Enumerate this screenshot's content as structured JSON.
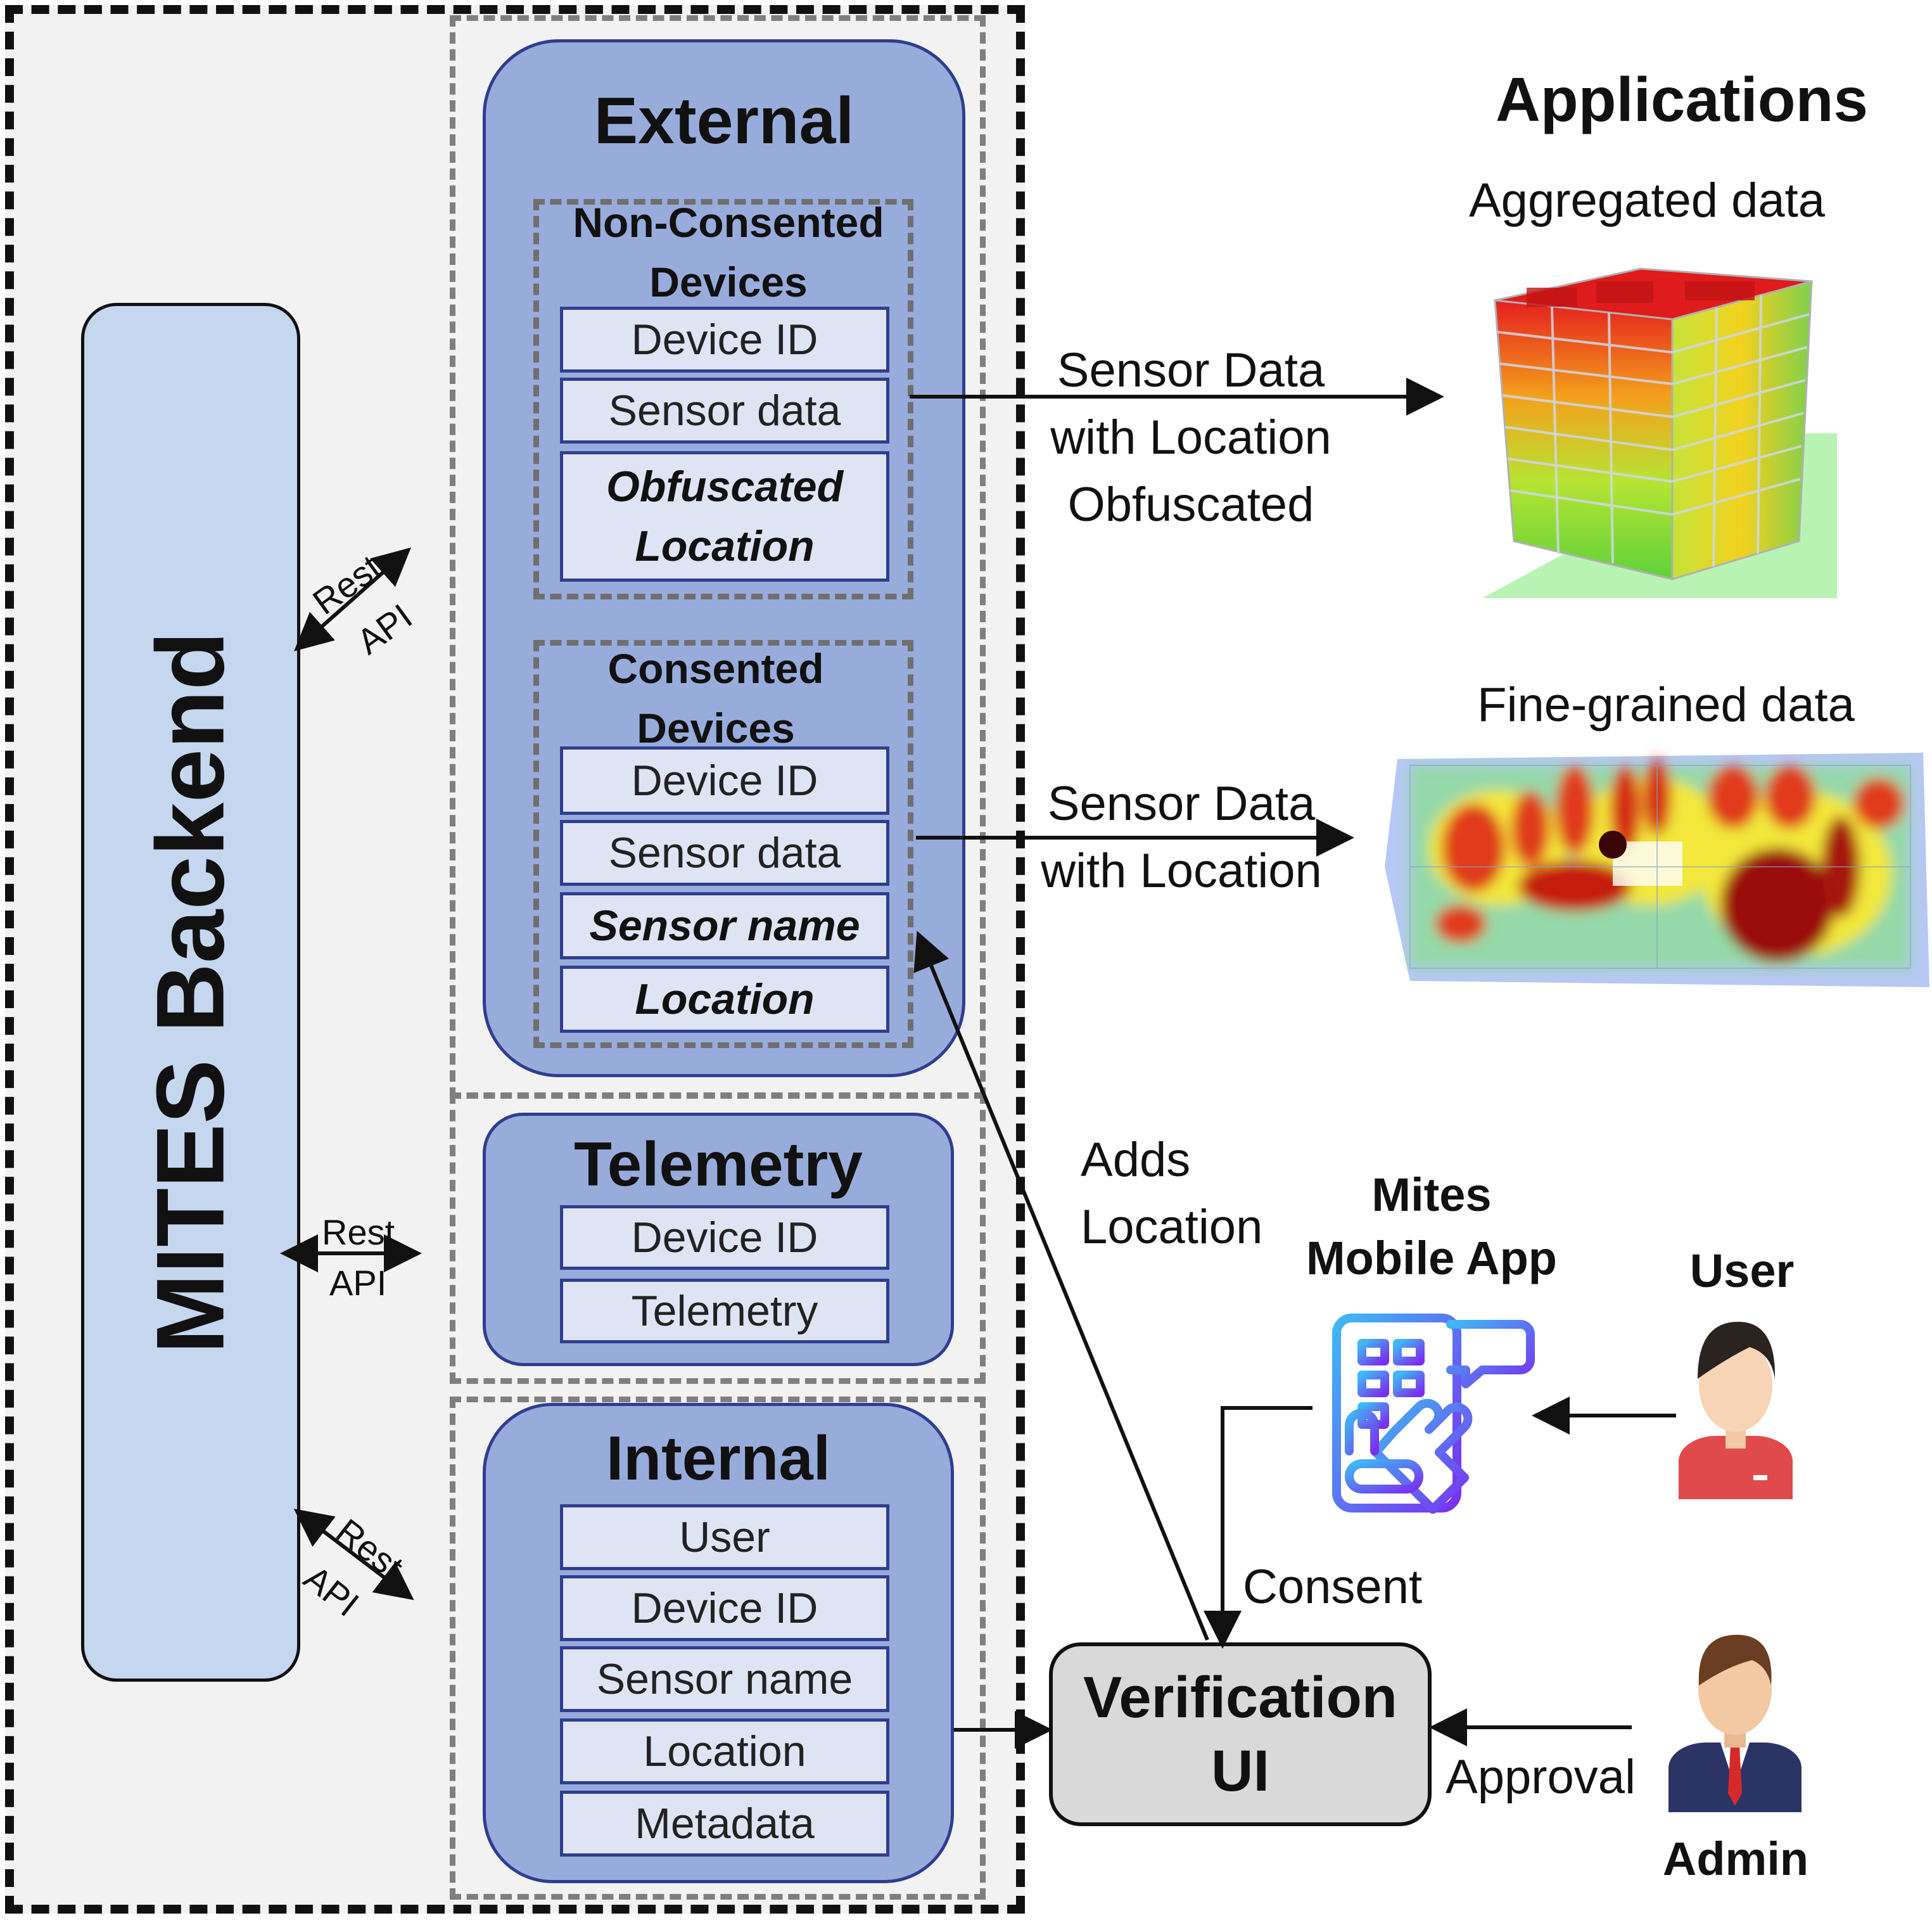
{
  "backend": {
    "label": "MITES Backend"
  },
  "external": {
    "title": "External",
    "non_consented": {
      "title": "Non-Consented Devices",
      "fields": [
        "Device ID",
        "Sensor data",
        "Obfuscated Location"
      ]
    },
    "consented": {
      "title": "Consented Devices",
      "fields": [
        "Device ID",
        "Sensor data",
        "Sensor name",
        "Location"
      ]
    }
  },
  "telemetry": {
    "title": "Telemetry",
    "fields": [
      "Device ID",
      "Telemetry"
    ]
  },
  "internal": {
    "title": "Internal",
    "fields": [
      "User",
      "Device ID",
      "Sensor name",
      "Location",
      "Metadata"
    ]
  },
  "rest_api": [
    "Rest",
    "API"
  ],
  "applications": {
    "title": "Applications",
    "aggregated": "Aggregated data",
    "fine_grained": "Fine-grained data"
  },
  "flows": {
    "obfuscated": [
      "Sensor Data",
      "with Location",
      "Obfuscated"
    ],
    "located": [
      "Sensor Data",
      "with Location"
    ],
    "adds_location": [
      "Adds",
      "Location"
    ],
    "consent": "Consent",
    "approval": "Approval"
  },
  "mobile_app": {
    "label": [
      "Mites",
      "Mobile App"
    ]
  },
  "user": {
    "label": "User"
  },
  "admin": {
    "label": "Admin"
  },
  "verification": {
    "label": [
      "Verification",
      "UI"
    ]
  },
  "colors": {
    "panel_fill": "#98acdc",
    "field_fill": "#dfe4f5",
    "backend_fill": "#c5d6ef",
    "verification_fill": "#d9d9d9"
  }
}
